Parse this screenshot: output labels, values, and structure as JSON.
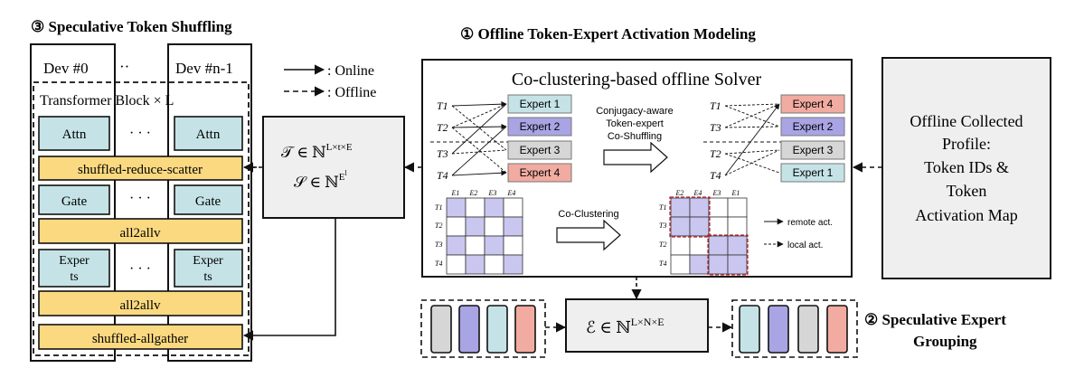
{
  "colors": {
    "attn_fill": "#c5e3e6",
    "yellow_fill": "#fbd980",
    "expert1": "#c5e3e6",
    "expert2": "#a9a4e4",
    "expert3": "#d6d6d6",
    "expert4": "#f2aba0",
    "matrix_cell": "#c9c6f0",
    "box_grey": "#efefef",
    "local_dash": "#c0202a"
  },
  "section3": {
    "title": "③ Speculative Token Shuffling",
    "dev0": "Dev #0",
    "dev_dots": "··",
    "devn": "Dev #n-1",
    "transformer_label": "Transformer Block × L",
    "attn": "Attn",
    "gate": "Gate",
    "experts_line1": "Exper",
    "experts_line2": "ts",
    "row_dots": "· · ·",
    "shuffled_reduce_scatter": "shuffled-reduce-scatter",
    "all2allv": "all2allv",
    "shuffled_allgather": "shuffled-allgather"
  },
  "legend": {
    "online": ": Online",
    "offline": ": Offline"
  },
  "section1": {
    "title": "① Offline Token-Expert Activation Modeling",
    "solver_title": "Co-clustering-based offline Solver",
    "left_tokens": [
      "T1",
      "T2",
      "T3",
      "T4"
    ],
    "left_experts": [
      "Expert 1",
      "Expert 2",
      "Expert 3",
      "Expert 4"
    ],
    "right_tokens": [
      "T1",
      "T3",
      "T2",
      "T4"
    ],
    "right_experts": [
      "Expert 4",
      "Expert 2",
      "Expert 3",
      "Expert 1"
    ],
    "middle_text": [
      "Conjugacy-aware",
      "Token-expert",
      "Co-Shuffling"
    ],
    "co_clustering": "Co-Clustering",
    "matrix_left_cols": [
      "E1",
      "E2",
      "E3",
      "E4"
    ],
    "matrix_left_rows": [
      "T1",
      "T2",
      "T3",
      "T4"
    ],
    "matrix_right_cols": [
      "E2",
      "E4",
      "E3",
      "E1"
    ],
    "matrix_right_rows": [
      "T1",
      "T3",
      "T2",
      "T4"
    ],
    "remote_act": "remote act.",
    "local_act": "local act."
  },
  "formula_box": {
    "line1": "𝒯 ∈ ℕ",
    "line1_sup": "L×t×E",
    "line2": "𝒮 ∈ ℕ",
    "line2_sup": "E",
    "line2_supsup": "l"
  },
  "profile_box": {
    "lines": [
      "Offline Collected",
      "Profile:",
      "Token IDs &",
      "Token",
      "Activation Map"
    ]
  },
  "section2": {
    "title_line1": "② Speculative Expert",
    "title_line2": "Grouping",
    "formula": "ℰ ∈ ℕ",
    "formula_sup": "L×N×E"
  }
}
